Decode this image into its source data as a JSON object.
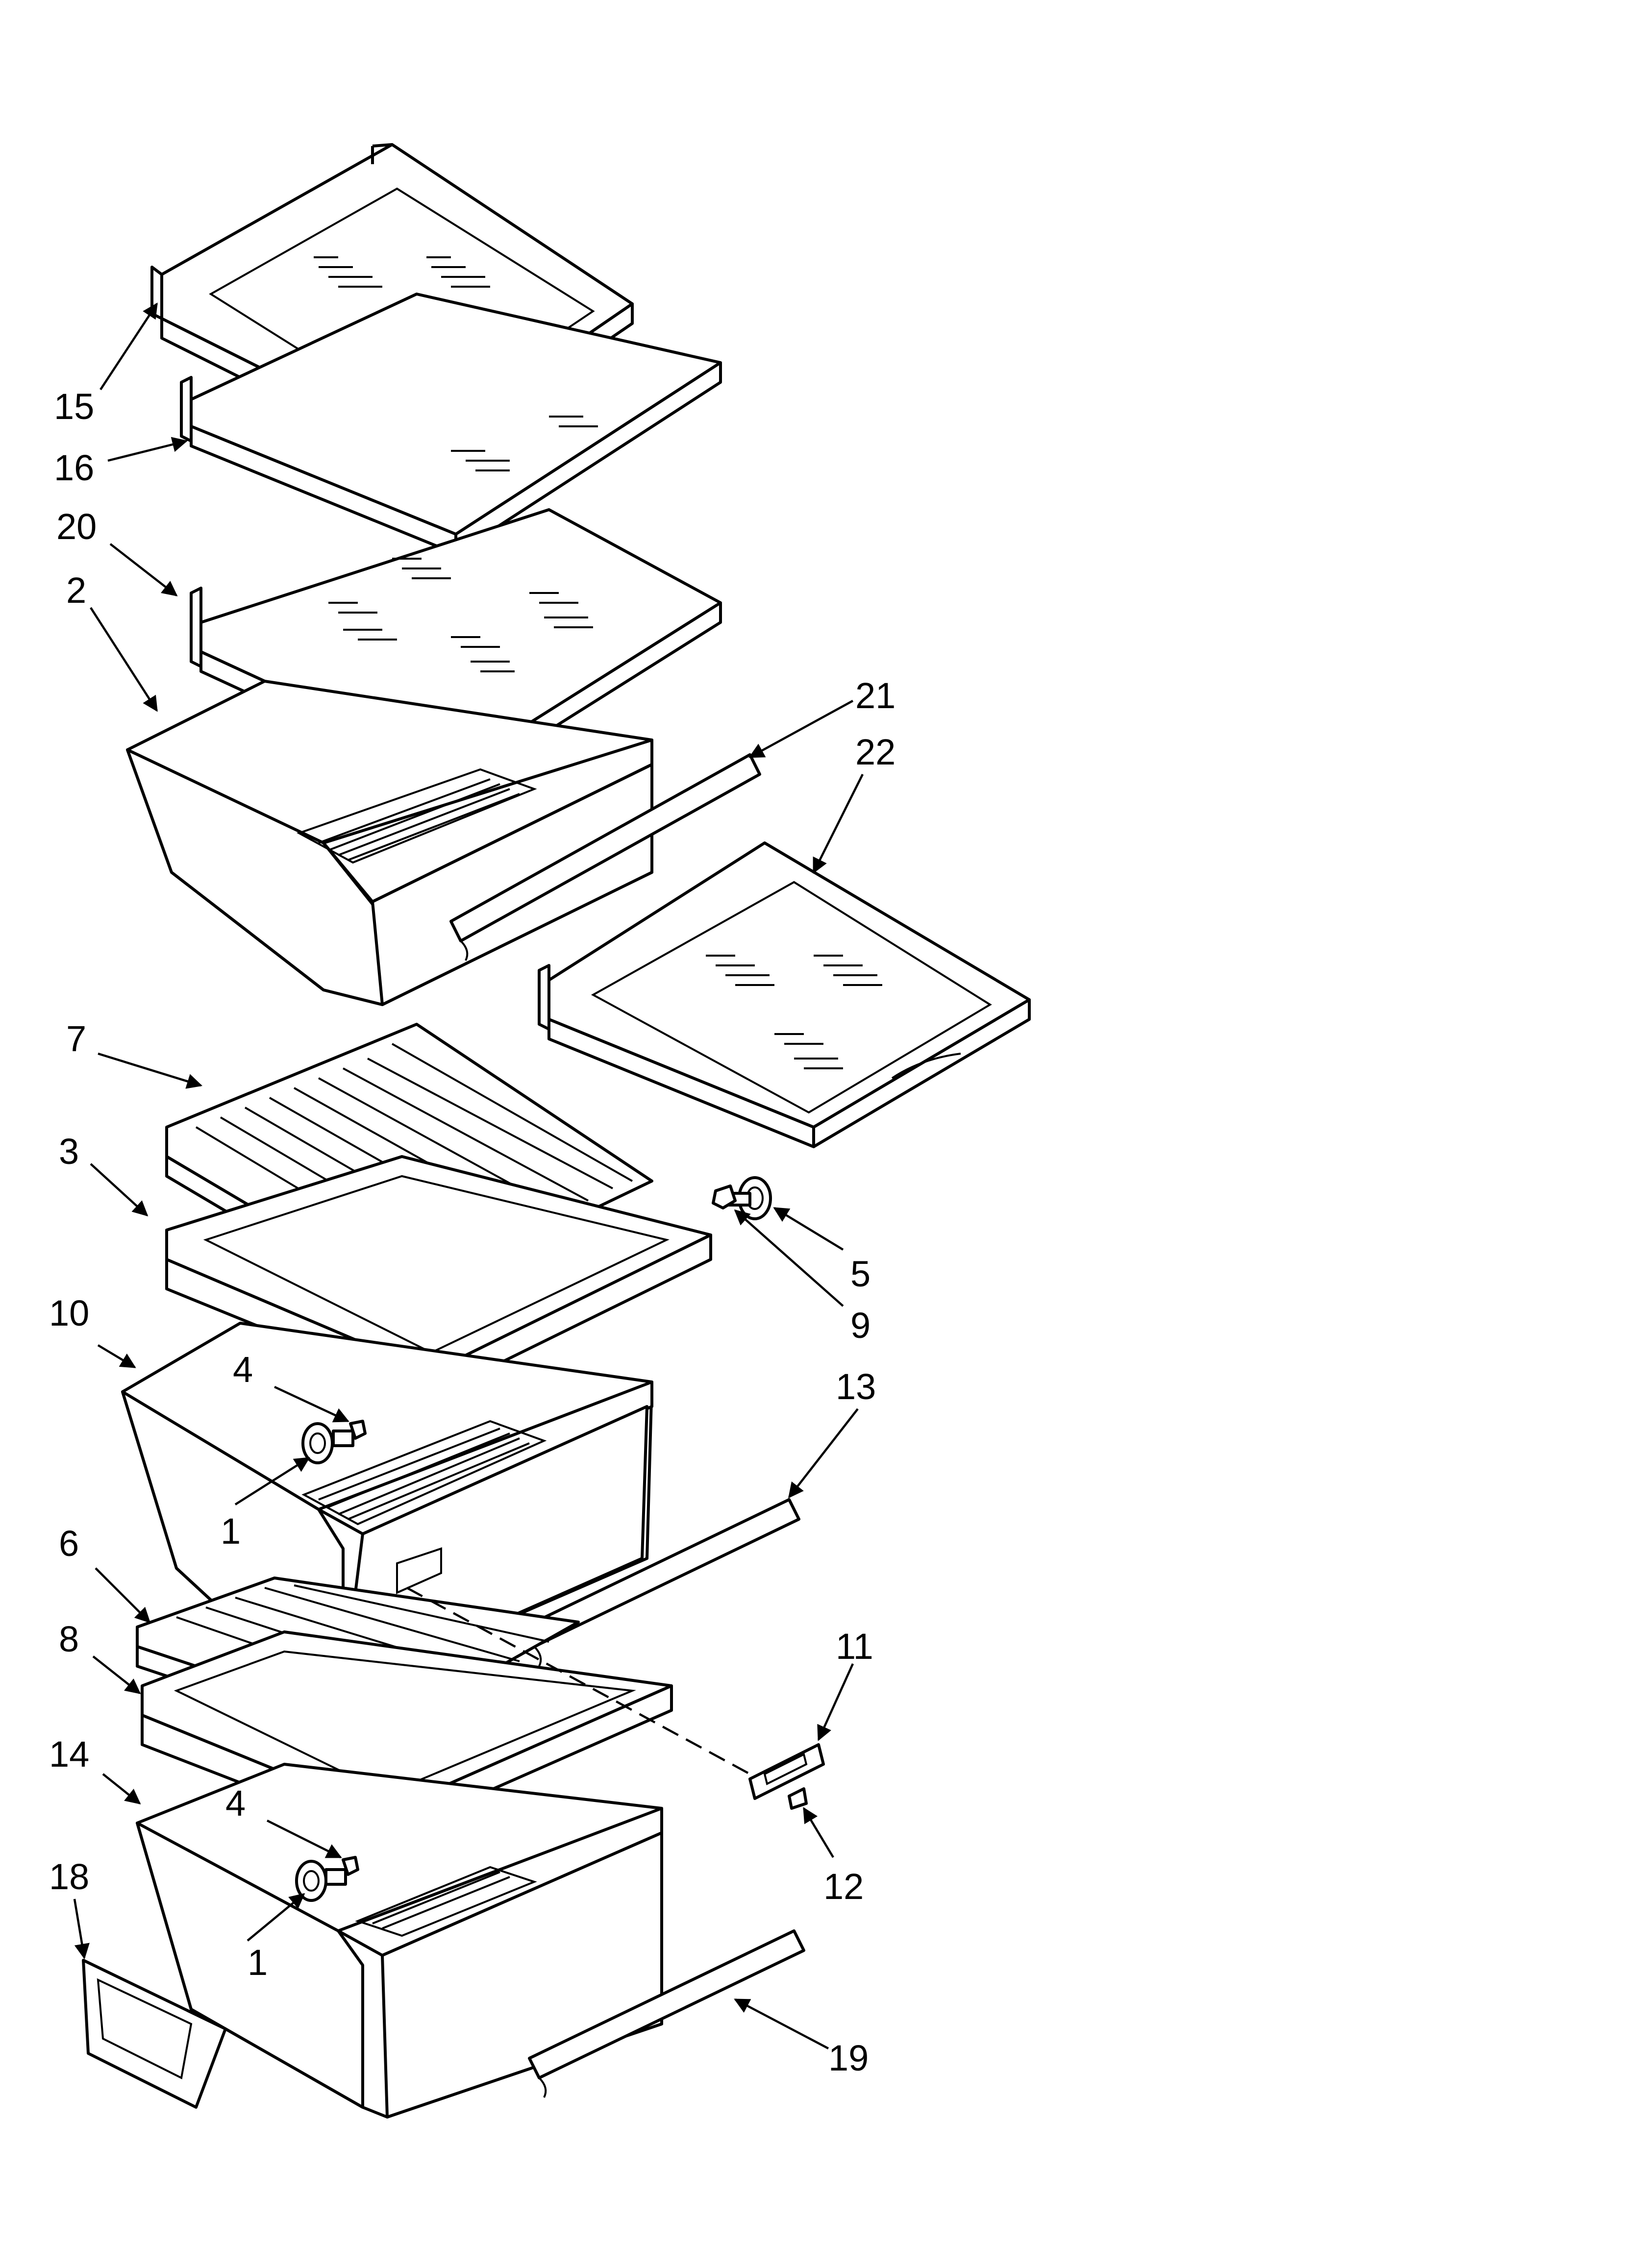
{
  "callouts": [
    {
      "id": "c15",
      "label": "15"
    },
    {
      "id": "c16",
      "label": "16"
    },
    {
      "id": "c20",
      "label": "20"
    },
    {
      "id": "c2",
      "label": "2"
    },
    {
      "id": "c21",
      "label": "21"
    },
    {
      "id": "c22",
      "label": "22"
    },
    {
      "id": "c7",
      "label": "7"
    },
    {
      "id": "c3",
      "label": "3"
    },
    {
      "id": "c5",
      "label": "5"
    },
    {
      "id": "c9",
      "label": "9"
    },
    {
      "id": "c10",
      "label": "10"
    },
    {
      "id": "c4a",
      "label": "4"
    },
    {
      "id": "c13",
      "label": "13"
    },
    {
      "id": "c1a",
      "label": "1"
    },
    {
      "id": "c6",
      "label": "6"
    },
    {
      "id": "c8",
      "label": "8"
    },
    {
      "id": "c11",
      "label": "11"
    },
    {
      "id": "c14",
      "label": "14"
    },
    {
      "id": "c4b",
      "label": "4"
    },
    {
      "id": "c12",
      "label": "12"
    },
    {
      "id": "c18",
      "label": "18"
    },
    {
      "id": "c1b",
      "label": "1"
    },
    {
      "id": "c19",
      "label": "19"
    }
  ]
}
